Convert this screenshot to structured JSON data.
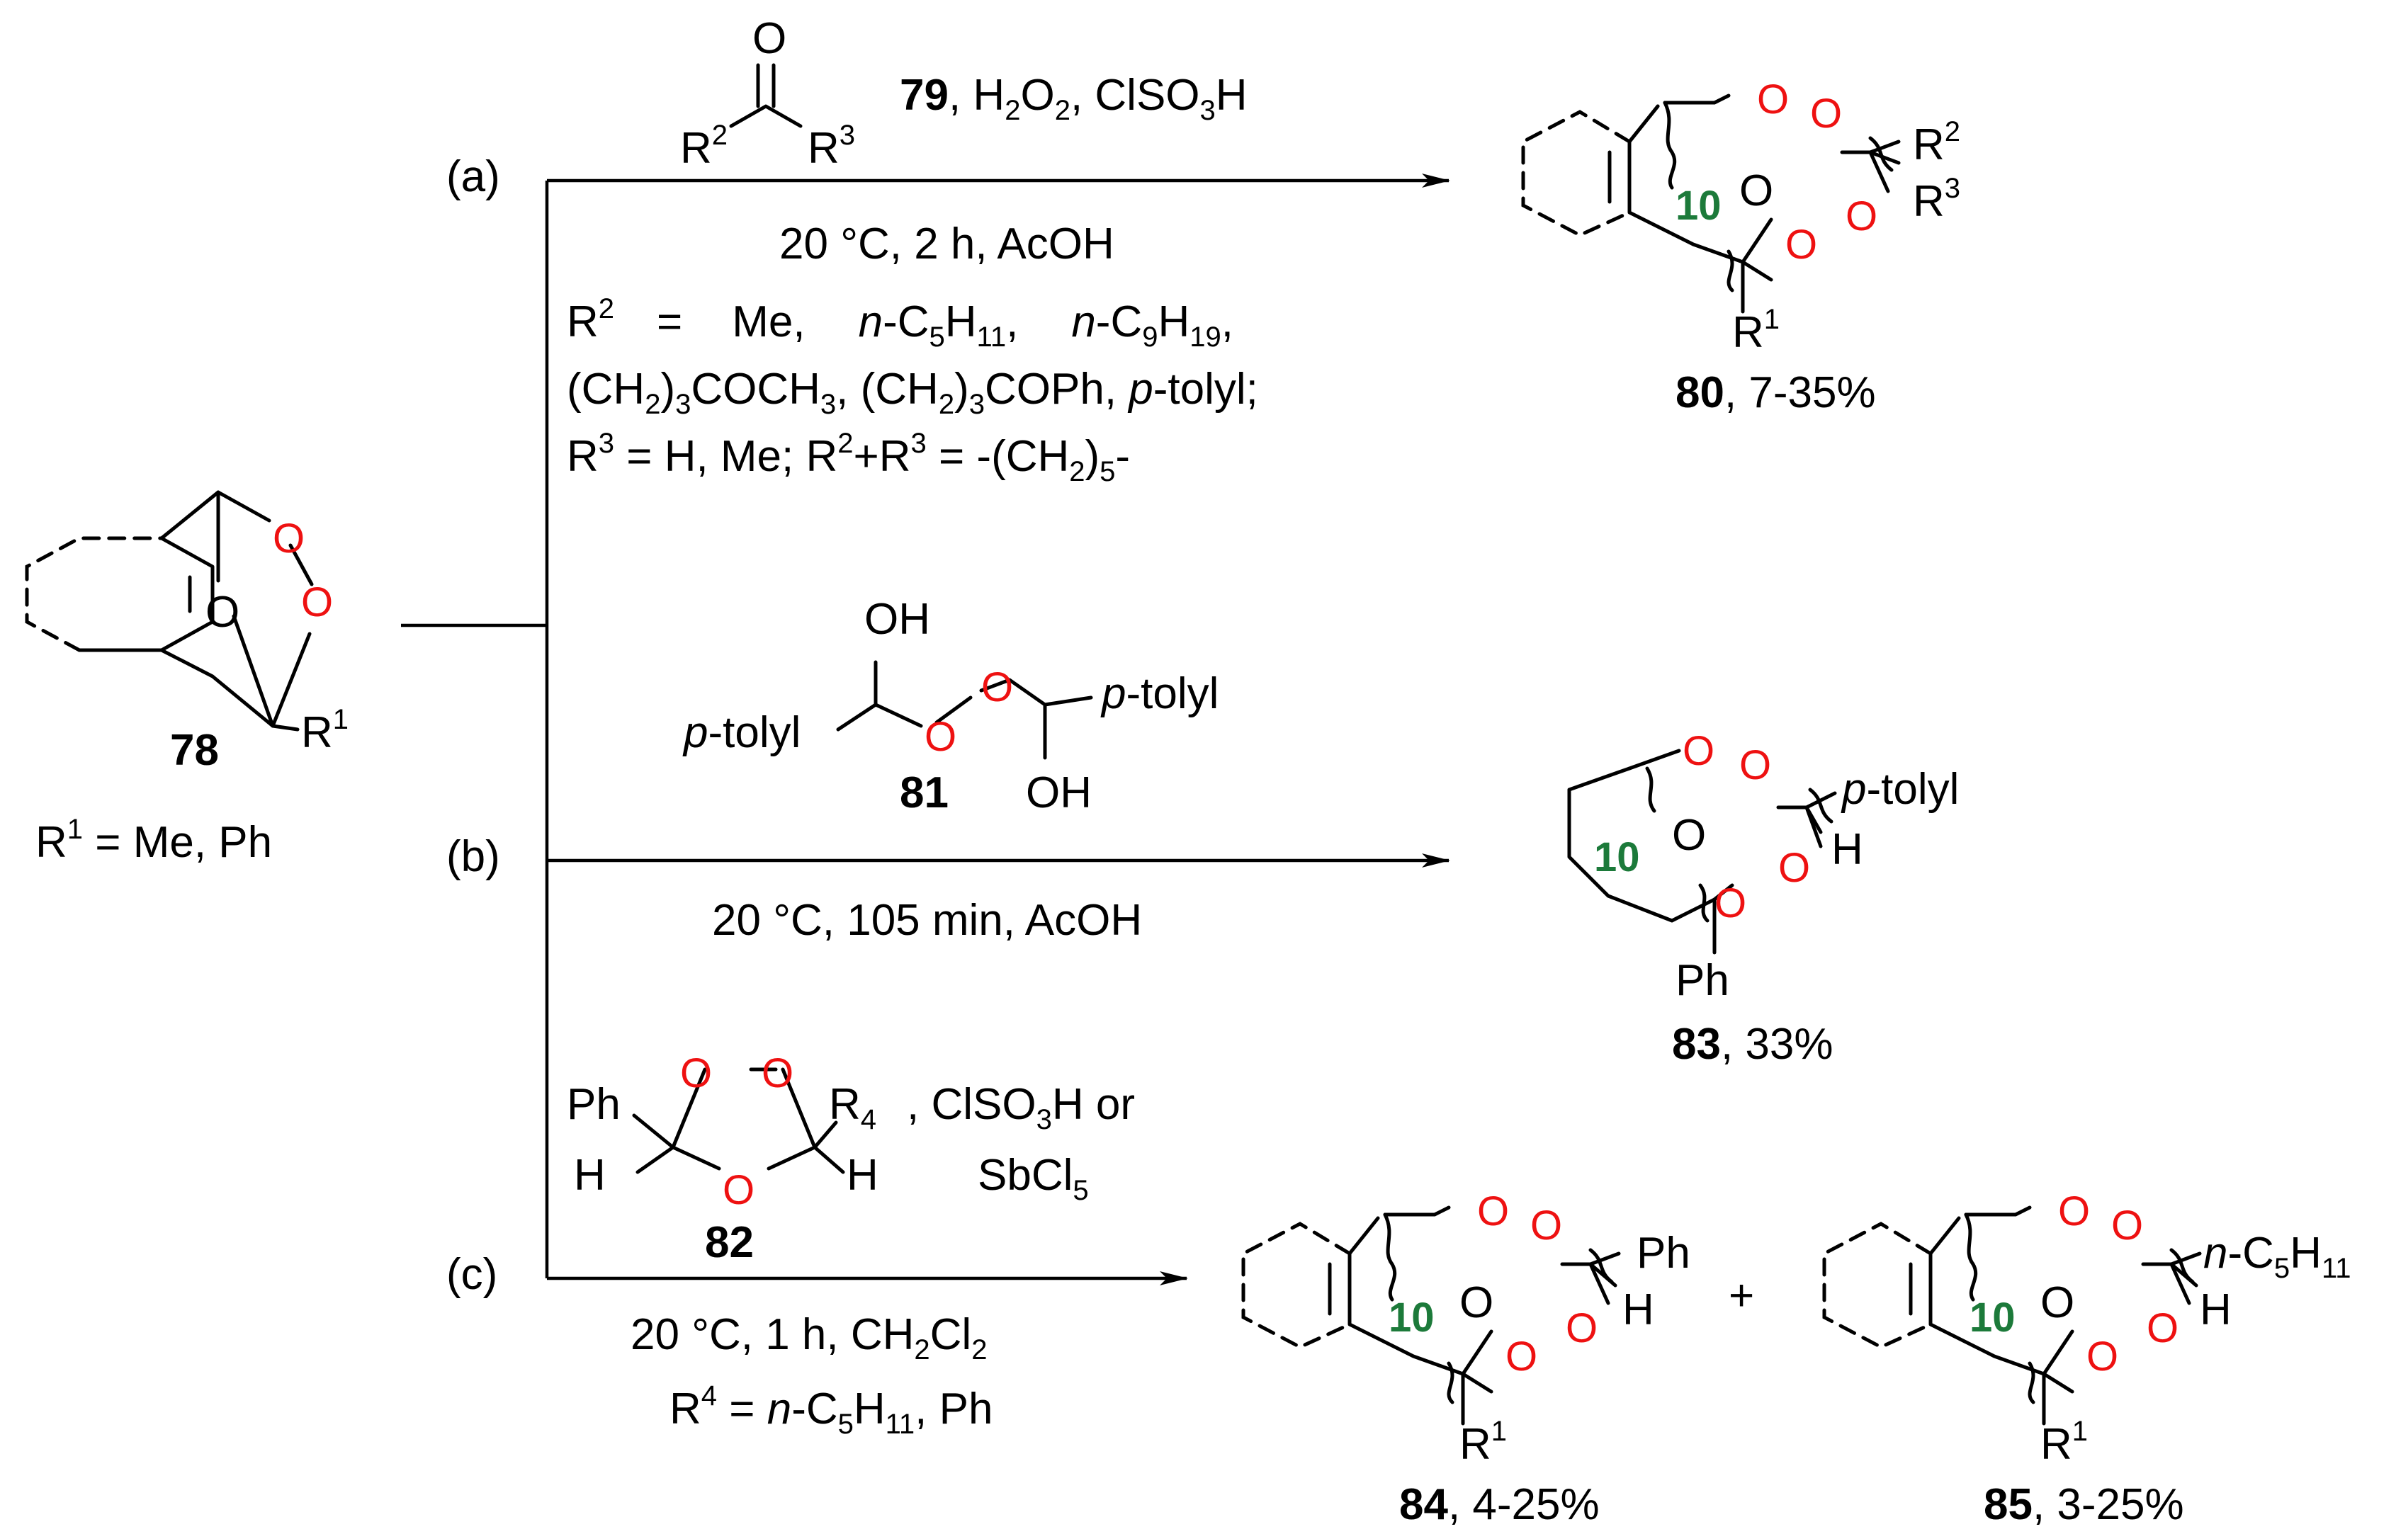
{
  "compounds": {
    "c78": {
      "label": "78",
      "subst": "R",
      "subst_sup": "1",
      "condition_r": "R",
      "condition_sup": "1",
      "condition_rest": " = Me, Ph"
    },
    "c79": {
      "label": "79",
      "reagents": ", H",
      "h2o2_sub1": "2",
      "o_text": "O",
      "h2o2_sub2": "2",
      "clso3h": ", ClSO",
      "clso3h_sub": "3",
      "clso3h_end": "H",
      "r2": "R",
      "r2_sup": "2",
      "r3": "R",
      "r3_sup": "3",
      "carbonyl_o": "O"
    },
    "c80": {
      "label": "80",
      "yield": ", 7-35%",
      "r1": "R",
      "r1_sup": "1",
      "r2": "R",
      "r2_sup": "2",
      "r3": "R",
      "r3_sup": "3",
      "ring": "10"
    },
    "c81": {
      "label": "81",
      "oh": "OH",
      "tolyl_p": "p",
      "tolyl_rest": "-tolyl"
    },
    "c83": {
      "label": "83",
      "yield": ", 33%",
      "ph": "Ph",
      "h": "H",
      "tolyl_p": "p",
      "tolyl_rest": "-tolyl",
      "ring": "10"
    },
    "c82": {
      "label": "82",
      "ph": "Ph",
      "h": "H",
      "r4": "R",
      "r4_sub": "4",
      "reagent1": ", ClSO",
      "reagent1_sub": "3",
      "reagent1_end": "H or",
      "reagent2": "SbCl",
      "reagent2_sub": "5"
    },
    "c84": {
      "label": "84",
      "yield": ", 4-25%",
      "ph": "Ph",
      "h": "H",
      "r1": "R",
      "r1_sup": "1",
      "ring": "10"
    },
    "c85": {
      "label": "85",
      "yield": ", 3-25%",
      "n": "n",
      "c5h11_a": "-C",
      "c5h11_sub1": "5",
      "c5h11_b": "H",
      "c5h11_sub2": "11",
      "h": "H",
      "r1": "R",
      "r1_sup": "1",
      "ring": "10"
    }
  },
  "atoms": {
    "o": "O"
  },
  "routes": {
    "a": {
      "label": "(a)",
      "conditions": "20 °C, 2 h, AcOH",
      "r2_line1": {
        "r": "R",
        "sup": "2",
        "eq": "=",
        "me": "Me,",
        "n1": "n",
        "c1": "-C",
        "s1": "5",
        "h1": "H",
        "s1b": "11",
        "comma": ",",
        "n2": "n",
        "c2": "-C",
        "s2": "9",
        "h2": "H",
        "s2b": "19",
        "end": ","
      },
      "r2_line2": {
        "a": "(CH",
        "s1": "2",
        "b": ")",
        "s2": "3",
        "c": "COCH",
        "s3": "3",
        "d": ", (CH",
        "s4": "2",
        "e": ")",
        "s5": "3",
        "f": "COPh, ",
        "p": "p",
        "g": "-tolyl;"
      },
      "r3_line": {
        "a": "R",
        "sup3": "3",
        "b": " = H, Me; R",
        "sup2": "2",
        "c": "+R",
        "sup3b": "3",
        "d": " = -(CH",
        "sub2": "2",
        "e": ")",
        "sub5": "5",
        "f": "-"
      }
    },
    "b": {
      "label": "(b)",
      "conditions": "20 °C, 105 min, AcOH"
    },
    "c": {
      "label": "(c)",
      "conditions_a": "20 °C, 1 h, CH",
      "conditions_sub1": "2",
      "conditions_b": "Cl",
      "conditions_sub2": "2",
      "r4": {
        "r": "R",
        "sup": "4",
        "a": " = ",
        "n": "n",
        "b": "-C",
        "s1": "5",
        "c": "H",
        "s2": "11",
        "d": ", Ph"
      }
    }
  },
  "plus": "+"
}
